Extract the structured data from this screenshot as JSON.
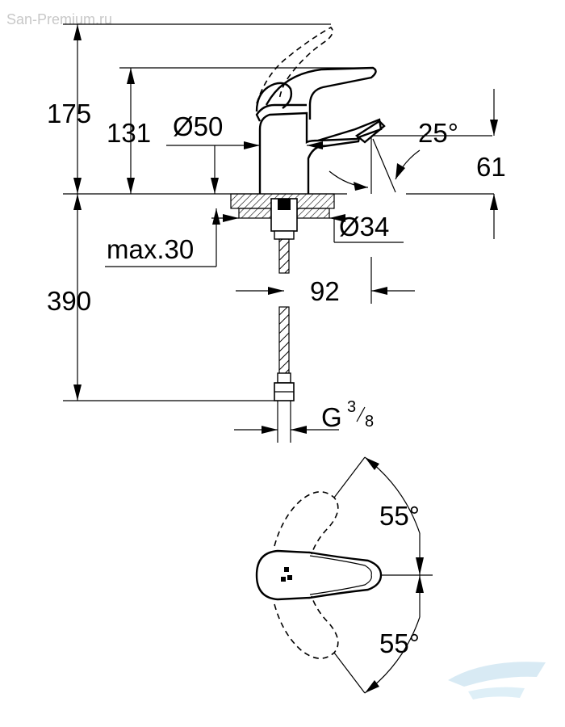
{
  "watermark": "San-Premium.ru",
  "dimensions": {
    "total_height": "175",
    "spout_height": "131",
    "body_diameter": "Ø50",
    "lever_angle": "25°",
    "spout_offset_height": "61",
    "base_diameter": "Ø34",
    "max_thickness": "max.30",
    "spout_reach": "92",
    "hose_length": "390",
    "connection_letter": "G",
    "connection_num": "3",
    "connection_den": "8",
    "rotation_upper": "55°",
    "rotation_lower": "55°"
  },
  "colors": {
    "line": "#000000",
    "watermark_text": "#c8c8c8",
    "watermark_logo": "#cfe6f2"
  }
}
